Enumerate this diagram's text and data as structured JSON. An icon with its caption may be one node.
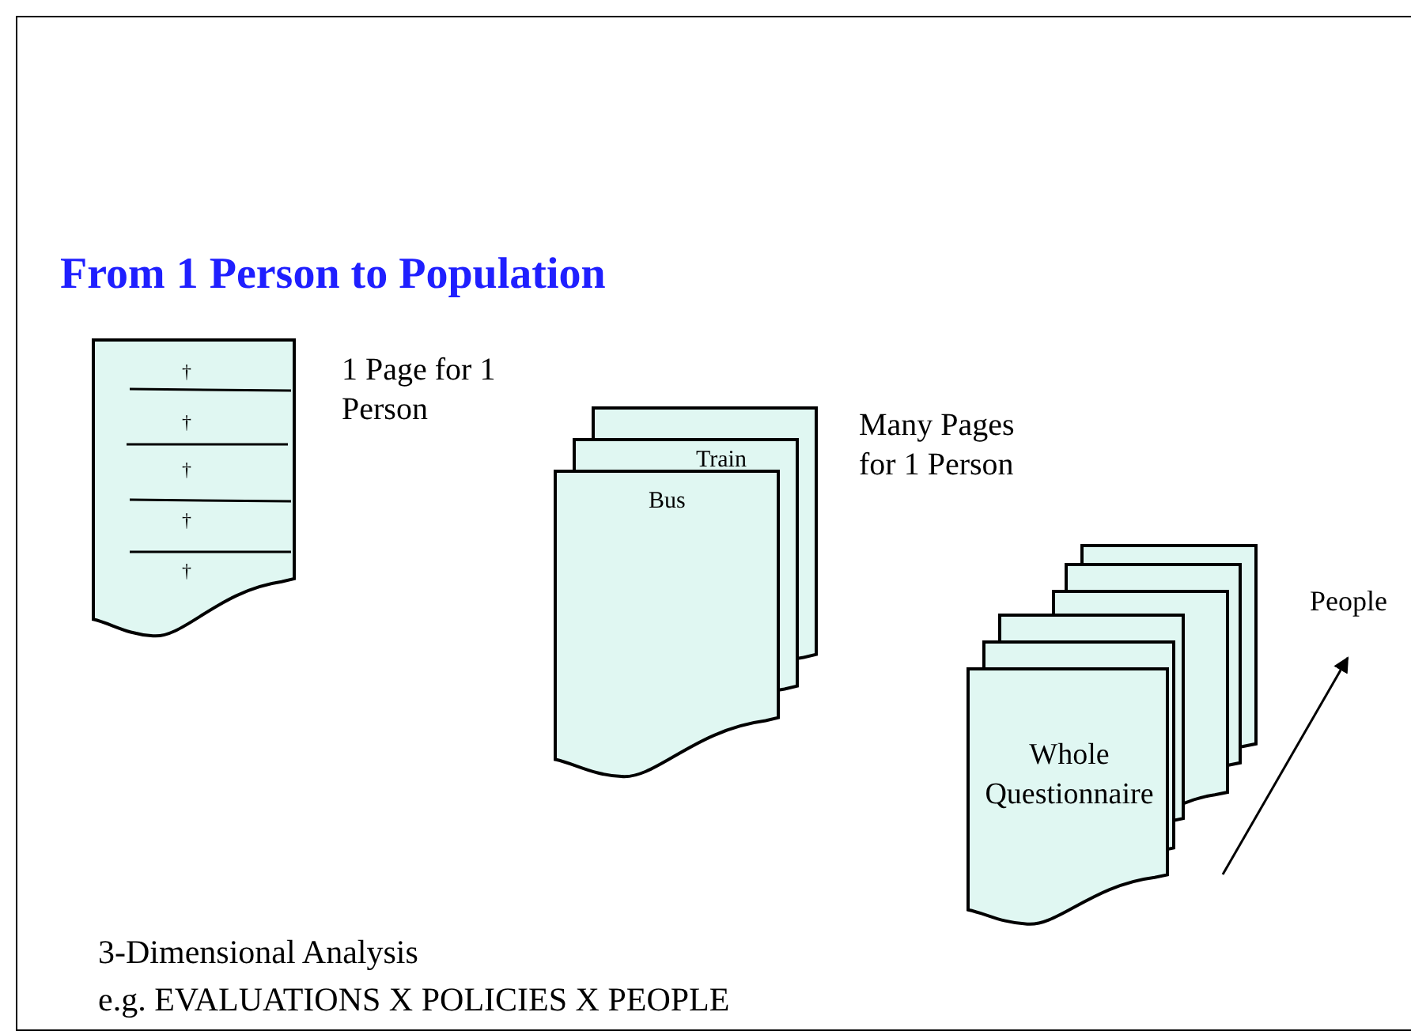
{
  "diagram": {
    "title": "From 1 Person to Population",
    "nodes": [
      {
        "text": [
          "†",
          "†",
          "†",
          "†",
          "†"
        ],
        "beside": [
          "1 Page for 1 Person"
        ]
      },
      {
        "text": [
          "Train",
          "Bus"
        ],
        "beside": [
          "Many Pages for 1 Person"
        ]
      },
      {
        "text": [
          "Whole Questionnaire"
        ]
      }
    ],
    "edges": [],
    "labels": [
      "People",
      "3-Dimensional Analysis",
      "e.g. EVALUATIONS X POLICIES X PEOPLE"
    ]
  }
}
